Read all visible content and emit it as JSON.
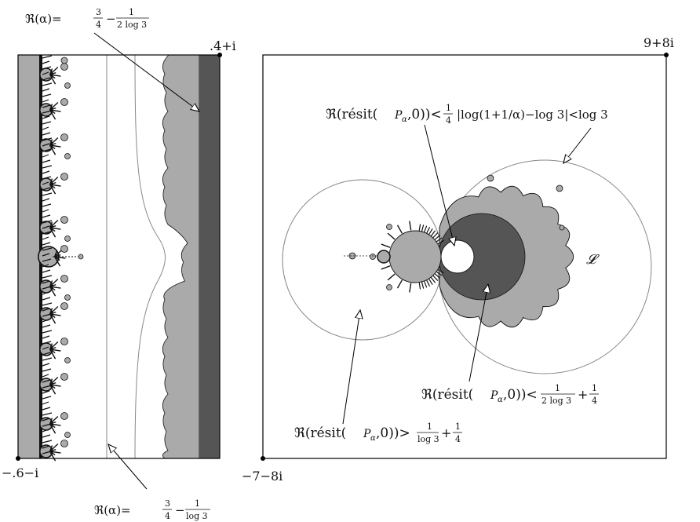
{
  "left_panel": {
    "corner_top_right": ".4+i",
    "corner_bottom_left": "−.6−i",
    "label_top": {
      "prefix": "ℜ(α)=",
      "frac1_num": "3",
      "frac1_den": "4",
      "minus": "−",
      "frac2_num": "1",
      "frac2_den": "2 log 3"
    },
    "label_bottom": {
      "prefix": "ℜ(α)=",
      "frac1_num": "3",
      "frac1_den": "4",
      "minus": "−",
      "frac2_num": "1",
      "frac2_den": "log 3"
    }
  },
  "right_panel": {
    "corner_top_right": "9+8i",
    "corner_bottom_left": "−7−8i",
    "set_label": "𝓛",
    "label_small_disk": {
      "prefix": "ℜ(résit(",
      "sub": "P",
      "sub_idx": "α",
      "mid": ",0))<",
      "frac_num": "1",
      "frac_den": "4"
    },
    "label_log_circle": "|log(1+1/α)−log 3|<log 3",
    "label_dark_disk": {
      "prefix": "ℜ(résit(",
      "sub": "P",
      "sub_idx": "α",
      "mid": ",0))<",
      "frac1_num": "1",
      "frac1_den": "2 log 3",
      "plus": "+",
      "frac2_num": "1",
      "frac2_den": "4"
    },
    "label_left_circle": {
      "prefix": "ℜ(résit(",
      "sub": "P",
      "sub_idx": "α",
      "mid": ",0))>",
      "frac1_num": "1",
      "frac1_den": "log 3",
      "plus": "+",
      "frac2_num": "1",
      "frac2_den": "4"
    }
  },
  "colors": {
    "light_gray": "#aaaaaa",
    "dark_gray": "#555555",
    "fractal_black": "#111111",
    "thin_line": "#888888"
  }
}
